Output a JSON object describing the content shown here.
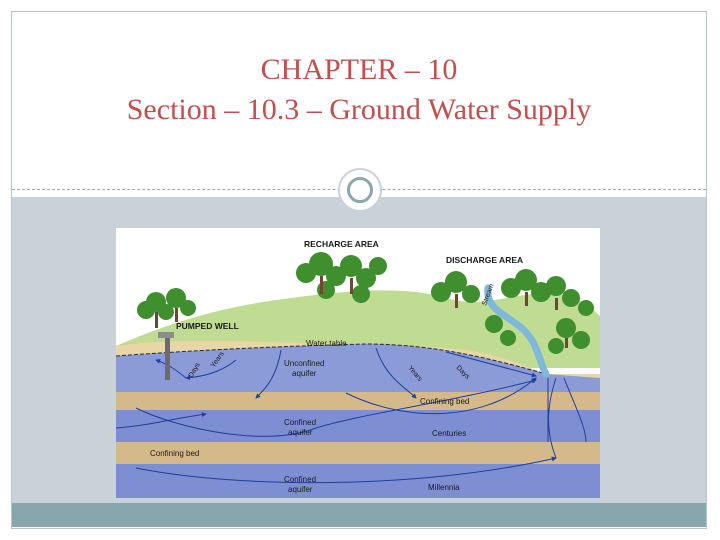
{
  "slide": {
    "title_line1": "CHAPTER – 10",
    "title_line2": "Section – 10.3 – Ground Water Supply"
  },
  "diagram": {
    "labels": {
      "recharge_area": "RECHARGE AREA",
      "discharge_area": "DISCHARGE AREA",
      "pumped_well": "PUMPED WELL",
      "stream": "Stream",
      "water_table": "Water table",
      "days_left": "Days",
      "years_left": "Years",
      "unconfined_aquifer_1": "Unconfined",
      "unconfined_aquifer_2": "aquifer",
      "years_right": "Years",
      "days_right": "Days",
      "confining_bed_upper": "Confining bed",
      "confined_aquifer_1a": "Confined",
      "confined_aquifer_1b": "aquifer",
      "centuries": "Centuries",
      "confining_bed_lower": "Confining bed",
      "confined_aquifer_2a": "Confined",
      "confined_aquifer_2b": "aquifer",
      "millennia": "Millennia"
    },
    "colors": {
      "title": "#c0504d",
      "sky": "#ffffff",
      "grass": "#b9d98a",
      "soil_top": "#e9d7a7",
      "aquifer": "#7d8fd2",
      "confining": "#d5b98a",
      "flow_line": "#1f3f9a",
      "tree_green": "#3f8f2e"
    }
  }
}
